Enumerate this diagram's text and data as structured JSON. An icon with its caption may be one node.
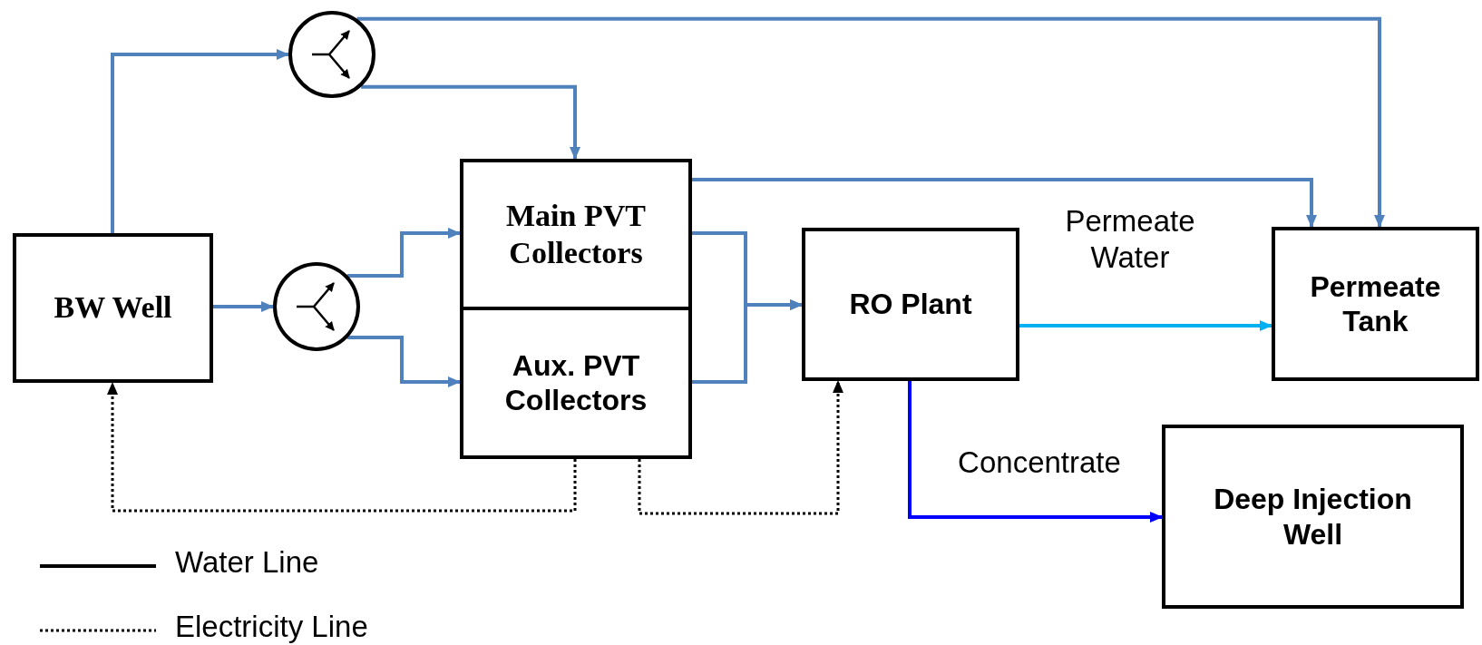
{
  "diagram": {
    "nodes": [
      {
        "text": [
          "BW Well"
        ]
      },
      {
        "text": [],
        "shape": "circle"
      },
      {
        "text": [],
        "shape": "circle"
      },
      {
        "text": [
          "Main PVT Collectors"
        ]
      },
      {
        "text": [
          "Aux. PVT Collectors"
        ]
      },
      {
        "text": [
          "RO Plant"
        ]
      },
      {
        "text": [
          "Permeate Tank"
        ]
      },
      {
        "text": [
          "Deep Injection Well"
        ]
      }
    ],
    "edges": [
      {
        "from": 0,
        "to": 1,
        "arrow": "to"
      },
      {
        "from": 0,
        "to": 2,
        "arrow": "to"
      },
      {
        "from": 1,
        "to": 6,
        "arrow": "to"
      },
      {
        "from": 1,
        "to": 3,
        "arrow": "to"
      },
      {
        "from": 2,
        "to": 3,
        "arrow": "to"
      },
      {
        "from": 2,
        "to": 4,
        "arrow": "to"
      },
      {
        "from": 3,
        "to": 6,
        "arrow": "to"
      },
      {
        "from": 3,
        "to": 5,
        "arrow": "to"
      },
      {
        "from": 4,
        "to": 5,
        "arrow": "to"
      },
      {
        "from": 5,
        "to": 6,
        "arrow": "to",
        "label": "Permeate Water",
        "color": "#00b0f0"
      },
      {
        "from": 5,
        "to": 7,
        "arrow": "to",
        "label": "Concentrate",
        "color": "#0000ff"
      },
      {
        "from": 4,
        "to": 0,
        "arrow": "to",
        "style": "dashed",
        "color": "#000000"
      },
      {
        "from": 4,
        "to": 5,
        "arrow": "to",
        "style": "dashed",
        "color": "#000000"
      }
    ],
    "legend": [
      {
        "text": "Water Line"
      },
      {
        "text": "Electricity Line"
      }
    ]
  }
}
